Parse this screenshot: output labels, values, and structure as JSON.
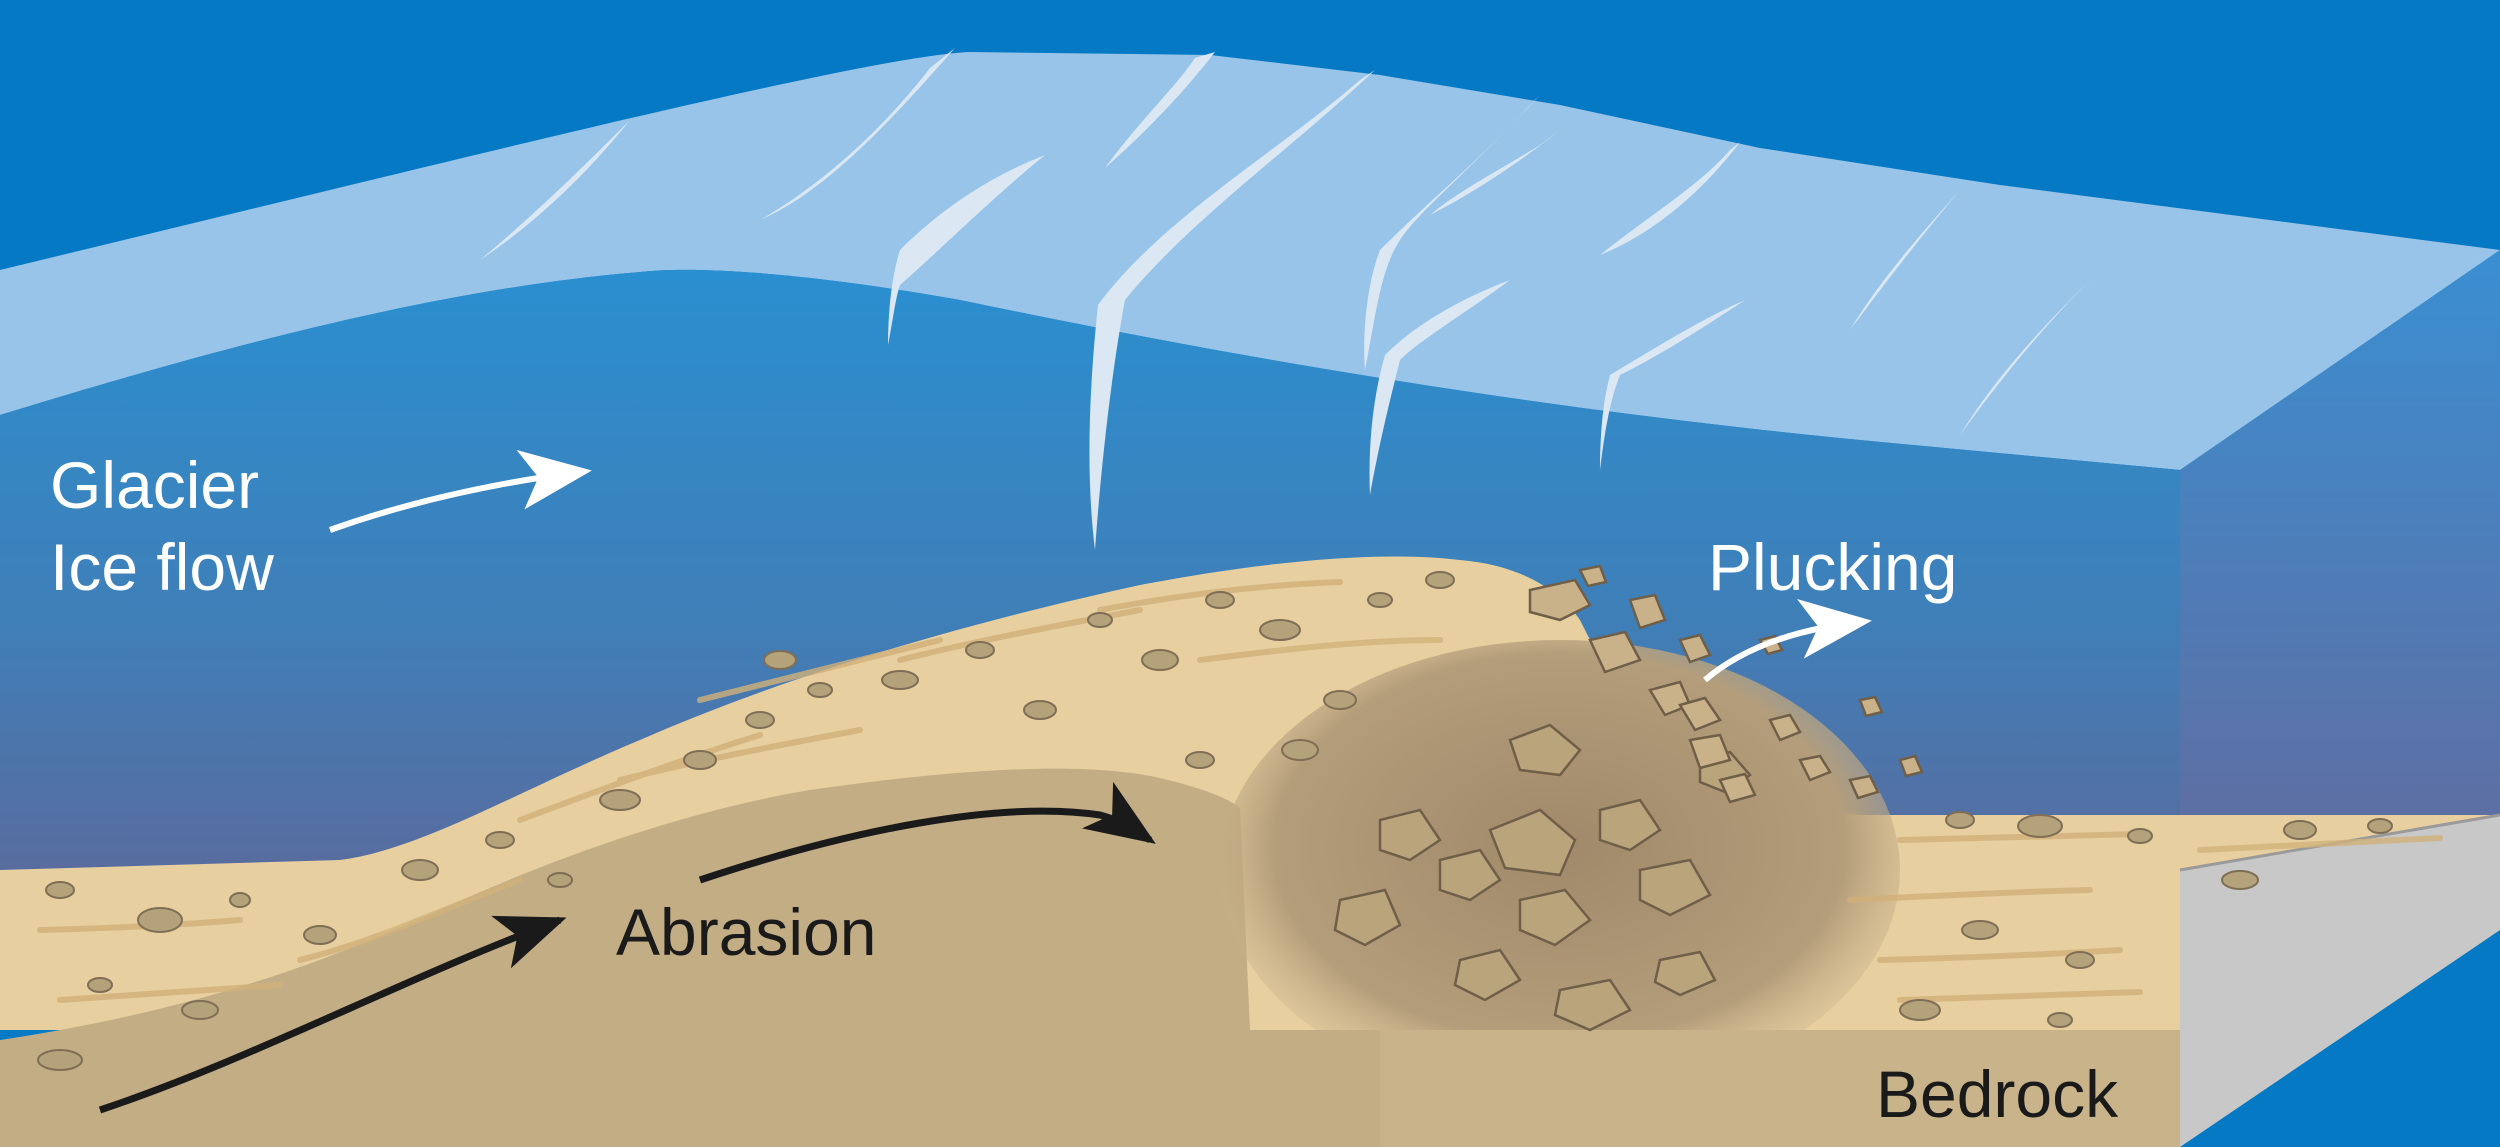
{
  "labels": {
    "glacier_line1": "Glacier",
    "glacier_line2": "Ice flow",
    "plucking": "Plucking",
    "abrasion": "Abrasion",
    "bedrock": "Bedrock"
  },
  "colors": {
    "sky": "#0579c4",
    "glacier_surface": "#97c4e8",
    "glacier_top": "#2a8fd0",
    "glacier_bottom": "#5b6a9c",
    "crevasse": "#dbe8f3",
    "sediment": "#e7cfa0",
    "bedrock": "#c2ad85",
    "bedrock_side": "#c8c8c8",
    "rubble": "#a08a6c",
    "clast": "#b3a27a",
    "arrow_light": "#ffffff",
    "arrow_dark": "#1a1a1a"
  }
}
